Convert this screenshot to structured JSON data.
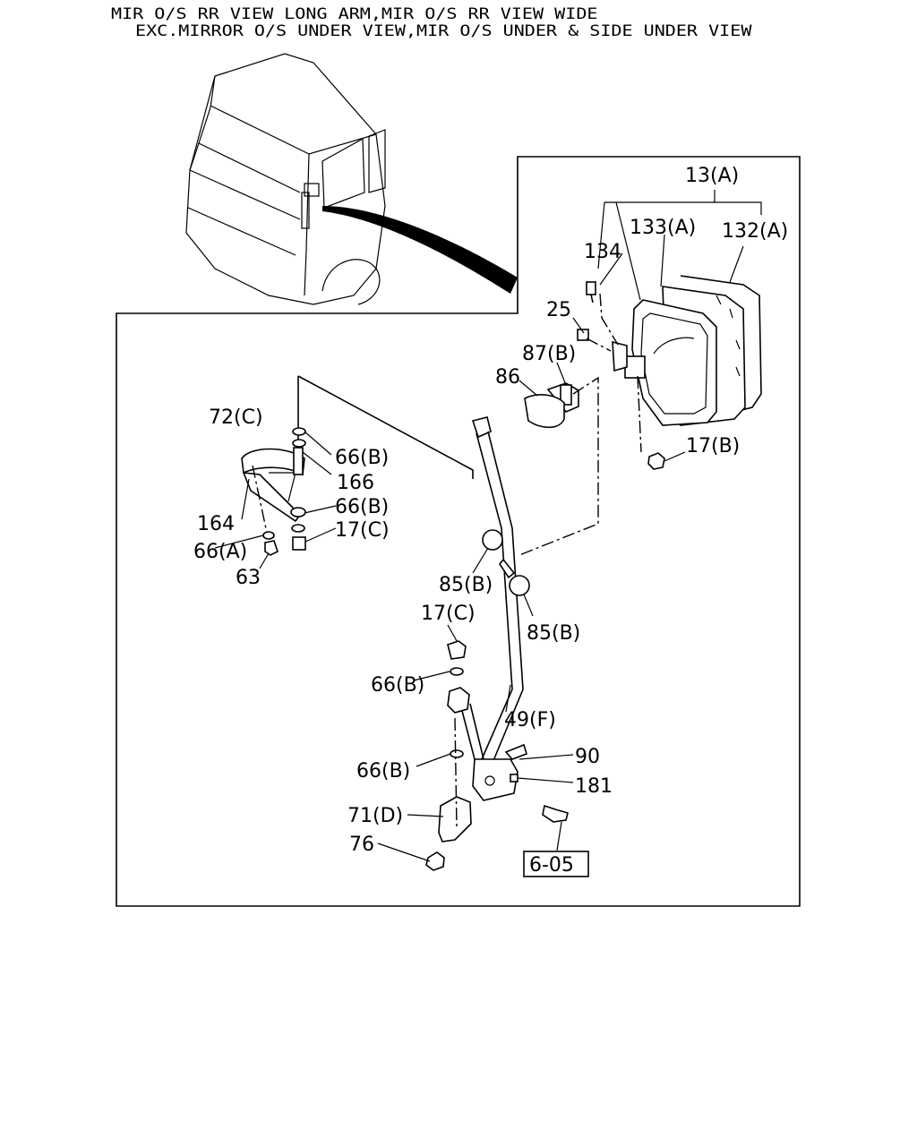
{
  "header": {
    "line1": "MIR O/S RR VIEW LONG ARM,MIR O/S RR VIEW WIDE",
    "line2": "EXC.MIRROR O/S UNDER VIEW,MIR O/S UNDER & SIDE UNDER VIEW"
  },
  "labels": {
    "p13a": "13(A)",
    "p133a": "133(A)",
    "p132a": "132(A)",
    "p134": "134",
    "p25": "25",
    "p87b": "87(B)",
    "p86": "86",
    "p17b": "17(B)",
    "p72c": "72(C)",
    "p66b_1": "66(B)",
    "p166": "166",
    "p66b_2": "66(B)",
    "p164": "164",
    "p17c_1": "17(C)",
    "p66a": "66(A)",
    "p63": "63",
    "p85b_1": "85(B)",
    "p85b_2": "85(B)",
    "p17c_2": "17(C)",
    "p66b_3": "66(B)",
    "p49f": "49(F)",
    "p90": "90",
    "p66b_4": "66(B)",
    "p181": "181",
    "p71d": "71(D)",
    "p76": "76",
    "ref605": "6-05"
  }
}
